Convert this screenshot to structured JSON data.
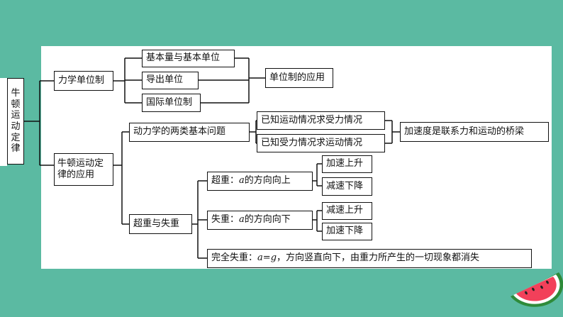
{
  "root": {
    "label": "牛顿运动定律"
  },
  "branch_units": {
    "label": "力学单位制",
    "items": [
      "基本量与基本单位",
      "导出单位",
      "国际单位制"
    ],
    "result": "单位制的应用"
  },
  "branch_apply": {
    "label": "牛顿运动定律的应用",
    "dynamics": {
      "label": "动力学的两类基本问题",
      "items": [
        "已知运动情况求受力情况",
        "已知受力情况求运动情况"
      ],
      "result": "加速度是联系力和运动的桥梁"
    },
    "weight": {
      "label": "超重与失重",
      "overweight": {
        "label_prefix": "超重：",
        "label_var": "a",
        "label_suffix": "的方向向上",
        "items": [
          "加速上升",
          "减速下降"
        ]
      },
      "underweight": {
        "label_prefix": "失重：",
        "label_var": "a",
        "label_suffix": "的方向向下",
        "items": [
          "减速上升",
          "加速下降"
        ]
      },
      "complete": {
        "prefix": "完全失重：",
        "var_a": "a",
        "eq": "=",
        "var_g": "g",
        "suffix": "，方向竖直向下，由重力所产生的一切现象都消失"
      }
    }
  },
  "colors": {
    "background": "#5bbaa2",
    "panel": "#ffffff",
    "line": "#111111"
  },
  "decor": {
    "icon": "watermelon-slice-icon"
  }
}
